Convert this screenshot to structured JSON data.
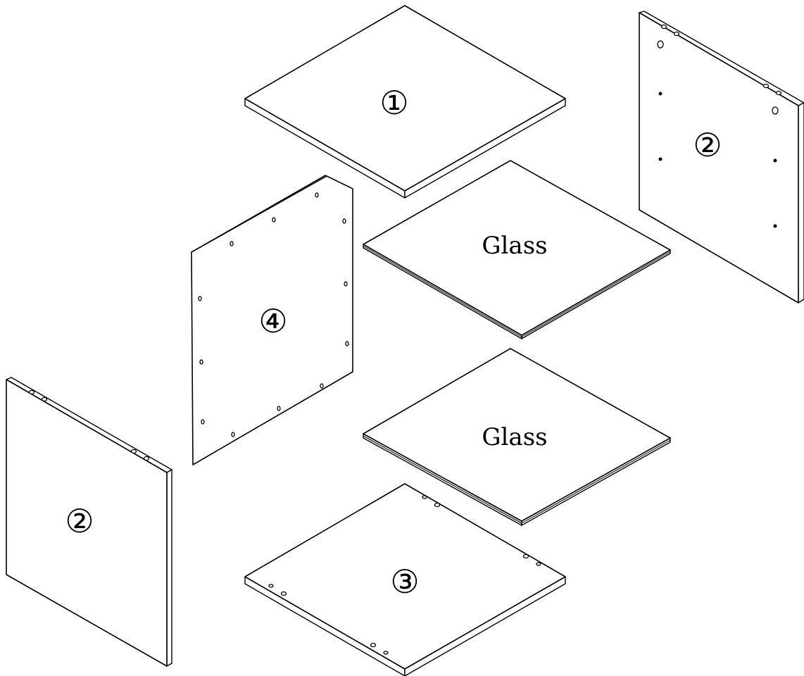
{
  "parts": {
    "top_panel": {
      "label": "①"
    },
    "side_panel_right": {
      "label": "②"
    },
    "back_panel": {
      "label": "④"
    },
    "glass_shelf_upper": {
      "label": "Glass"
    },
    "glass_shelf_lower": {
      "label": "Glass"
    },
    "side_panel_left": {
      "label": "②"
    },
    "bottom_panel": {
      "label": "③"
    }
  }
}
